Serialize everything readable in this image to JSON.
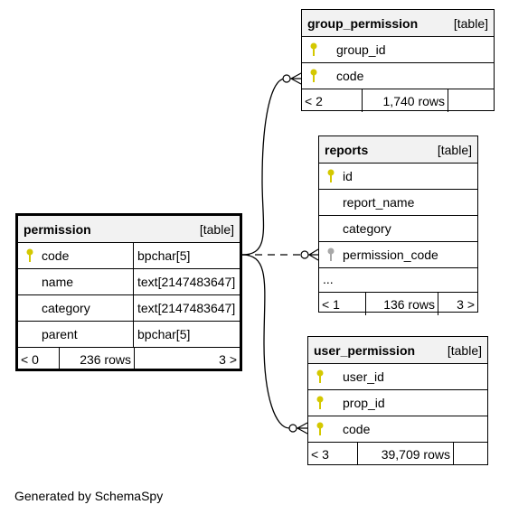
{
  "permission": {
    "name": "permission",
    "kind": "[table]",
    "columns": [
      {
        "name": "code",
        "type": "bpchar[5]",
        "key": "primary"
      },
      {
        "name": "name",
        "type": "text[2147483647]",
        "key": ""
      },
      {
        "name": "category",
        "type": "text[2147483647]",
        "key": ""
      },
      {
        "name": "parent",
        "type": "bpchar[5]",
        "key": ""
      }
    ],
    "footer": {
      "parents": "< 0",
      "rows": "236 rows",
      "children": "3 >"
    }
  },
  "group_permission": {
    "name": "group_permission",
    "kind": "[table]",
    "columns": [
      {
        "name": "group_id",
        "key": "primary"
      },
      {
        "name": "code",
        "key": "primary"
      }
    ],
    "footer": {
      "parents": "< 2",
      "rows": "1,740 rows",
      "children": ""
    }
  },
  "reports": {
    "name": "reports",
    "kind": "[table]",
    "columns": [
      {
        "name": "id",
        "key": "primary"
      },
      {
        "name": "report_name",
        "key": ""
      },
      {
        "name": "category",
        "key": ""
      },
      {
        "name": "permission_code",
        "key": "foreign"
      },
      {
        "name": "...",
        "key": ""
      }
    ],
    "footer": {
      "parents": "< 1",
      "rows": "136 rows",
      "children": "3 >"
    }
  },
  "user_permission": {
    "name": "user_permission",
    "kind": "[table]",
    "columns": [
      {
        "name": "user_id",
        "key": "primary"
      },
      {
        "name": "prop_id",
        "key": "primary"
      },
      {
        "name": "code",
        "key": "primary"
      }
    ],
    "footer": {
      "parents": "< 3",
      "rows": "39,709 rows",
      "children": ""
    }
  },
  "colors": {
    "primary_key": "#d4c800",
    "foreign_key": "#a8a8a8",
    "header_bg": "#f2f2f2"
  },
  "footer_note": "Generated by SchemaSpy"
}
